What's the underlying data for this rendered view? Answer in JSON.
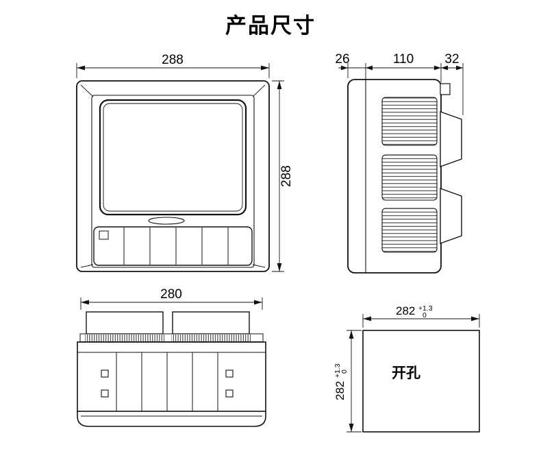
{
  "title": "产品尺寸",
  "front_view": {
    "width": "288",
    "height": "288"
  },
  "side_view": {
    "bezel_depth": "26",
    "case_depth": "110",
    "rear_depth": "32"
  },
  "bottom_view": {
    "width": "280"
  },
  "cutout": {
    "width": "282",
    "width_tol_upper": "+1.3",
    "width_tol_lower": "0",
    "height": "282",
    "height_tol_upper": "+1.3",
    "height_tol_lower": "0",
    "label": "开孔"
  }
}
